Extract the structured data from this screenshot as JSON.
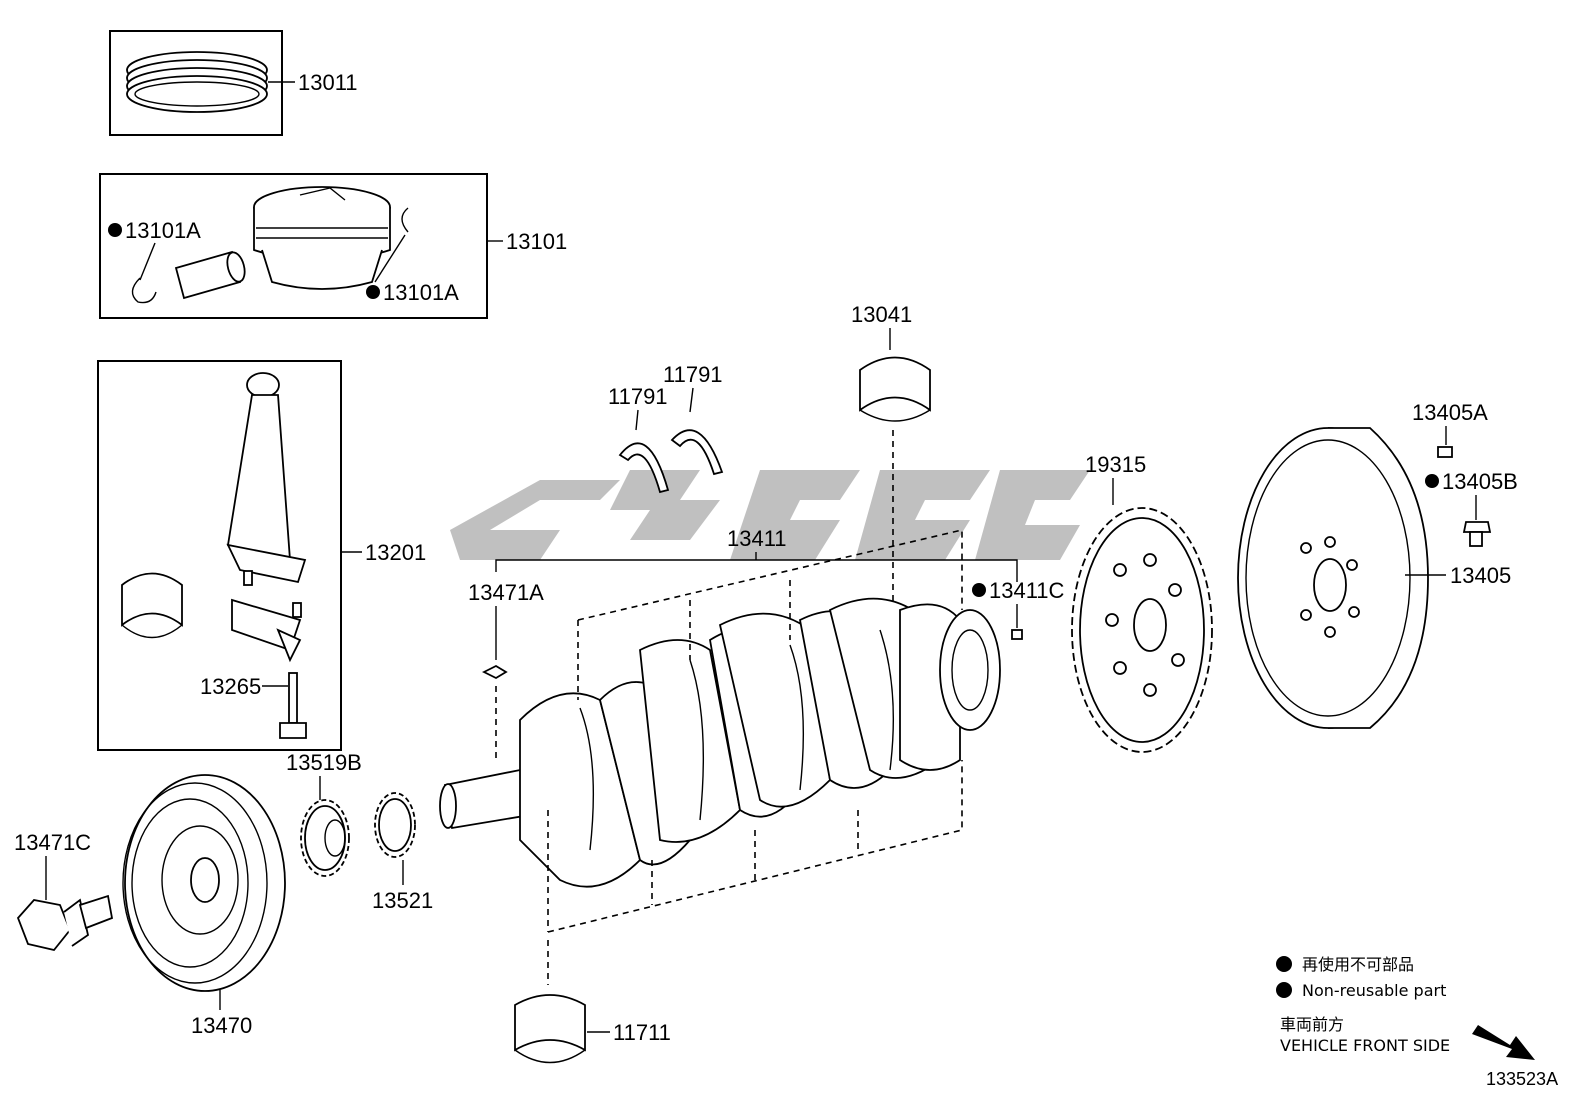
{
  "parts": [
    {
      "id": "p13011",
      "label": "13011"
    },
    {
      "id": "p13101",
      "label": "13101"
    },
    {
      "id": "p13101A_1",
      "label": "13101A",
      "non_reusable": true
    },
    {
      "id": "p13101A_2",
      "label": "13101A",
      "non_reusable": true
    },
    {
      "id": "p13201",
      "label": "13201"
    },
    {
      "id": "p13265",
      "label": "13265"
    },
    {
      "id": "p13041",
      "label": "13041"
    },
    {
      "id": "p11791_1",
      "label": "11791"
    },
    {
      "id": "p11791_2",
      "label": "11791"
    },
    {
      "id": "p13411",
      "label": "13411"
    },
    {
      "id": "p13471A",
      "label": "13471A"
    },
    {
      "id": "p13411C",
      "label": "13411C",
      "non_reusable": true
    },
    {
      "id": "p19315",
      "label": "19315"
    },
    {
      "id": "p13405A",
      "label": "13405A"
    },
    {
      "id": "p13405B",
      "label": "13405B",
      "non_reusable": true
    },
    {
      "id": "p13405",
      "label": "13405"
    },
    {
      "id": "p13519B",
      "label": "13519B"
    },
    {
      "id": "p13521",
      "label": "13521"
    },
    {
      "id": "p13471C",
      "label": "13471C"
    },
    {
      "id": "p13470",
      "label": "13470"
    },
    {
      "id": "p11711",
      "label": "11711"
    }
  ],
  "legend": {
    "jp_non_reusable": "再使用不可部品",
    "en_non_reusable": "Non-reusable part",
    "jp_front": "車両前方",
    "en_front": "VEHICLE FRONT SIDE"
  },
  "diagram_id": "133523A"
}
